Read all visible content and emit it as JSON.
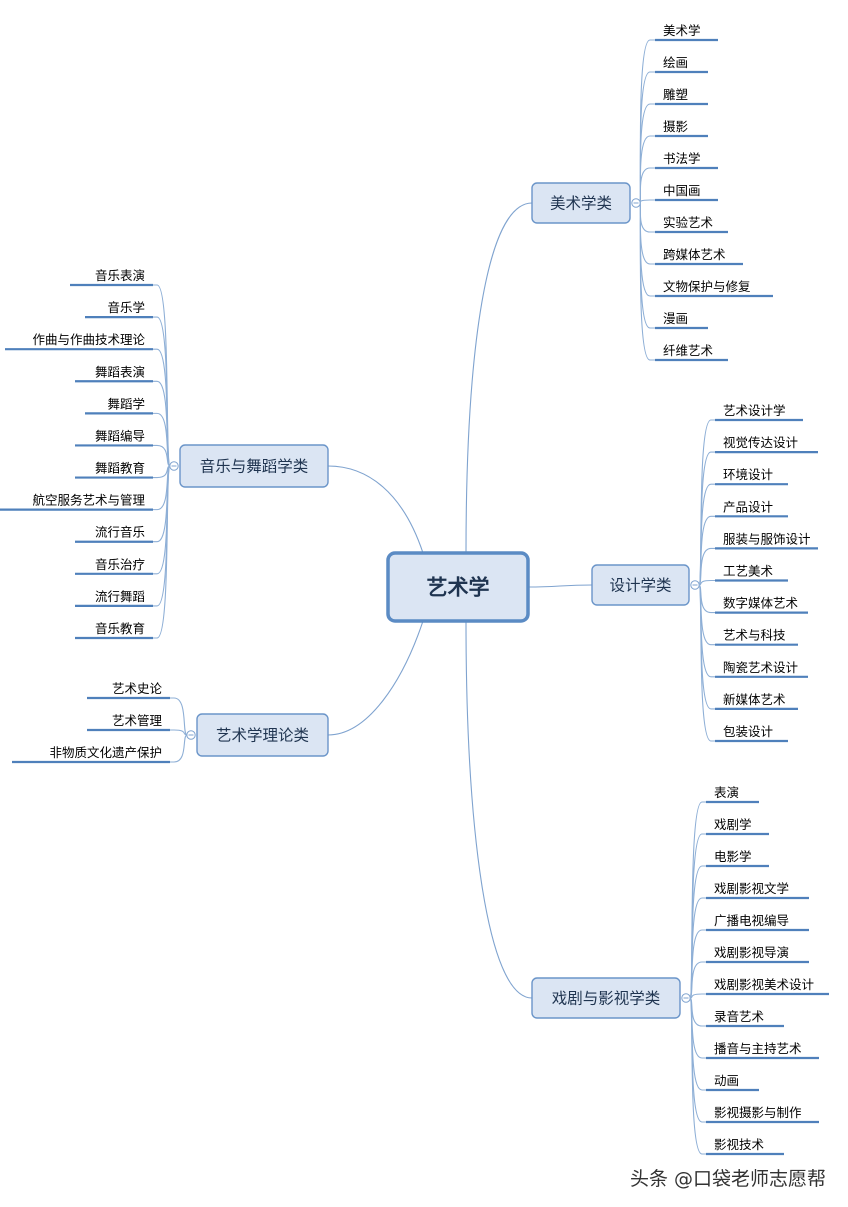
{
  "root": {
    "label": "艺术学"
  },
  "categories": [
    {
      "id": "fine-arts",
      "label": "美术学类",
      "items": [
        "美术学",
        "绘画",
        "雕塑",
        "摄影",
        "书法学",
        "中国画",
        "实验艺术",
        "跨媒体艺术",
        "文物保护与修复",
        "漫画",
        "纤维艺术"
      ]
    },
    {
      "id": "music-dance",
      "label": "音乐与舞蹈学类",
      "items": [
        "音乐表演",
        "音乐学",
        "作曲与作曲技术理论",
        "舞蹈表演",
        "舞蹈学",
        "舞蹈编导",
        "舞蹈教育",
        "航空服务艺术与管理",
        "流行音乐",
        "音乐治疗",
        "流行舞蹈",
        "音乐教育"
      ]
    },
    {
      "id": "design",
      "label": "设计学类",
      "items": [
        "艺术设计学",
        "视觉传达设计",
        "环境设计",
        "产品设计",
        "服装与服饰设计",
        "工艺美术",
        "数字媒体艺术",
        "艺术与科技",
        "陶瓷艺术设计",
        "新媒体艺术",
        "包装设计"
      ]
    },
    {
      "id": "theory",
      "label": "艺术学理论类",
      "items": [
        "艺术史论",
        "艺术管理",
        "非物质文化遗产保护"
      ]
    },
    {
      "id": "drama-film",
      "label": "戏剧与影视学类",
      "items": [
        "表演",
        "戏剧学",
        "电影学",
        "戏剧影视文学",
        "广播电视编导",
        "戏剧影视导演",
        "戏剧影视美术设计",
        "录音艺术",
        "播音与主持艺术",
        "动画",
        "影视摄影与制作",
        "影视技术"
      ]
    }
  ],
  "watermark": "头条 @口袋老师志愿帮"
}
